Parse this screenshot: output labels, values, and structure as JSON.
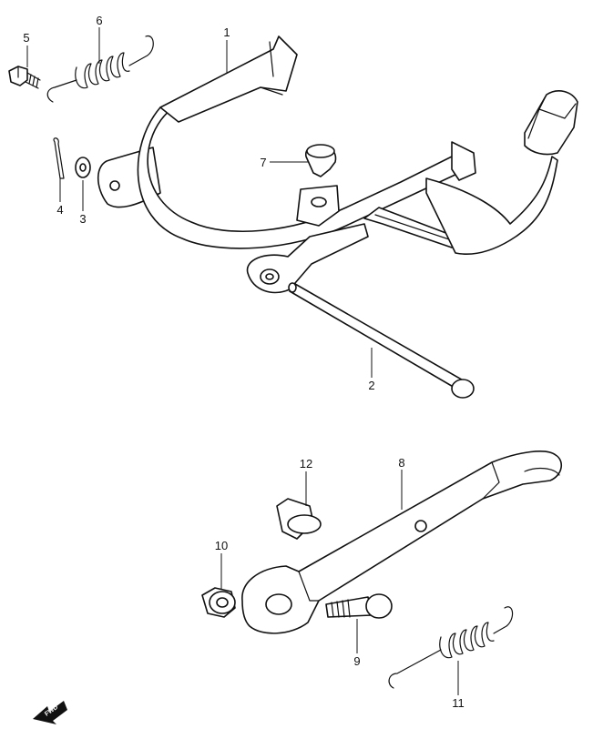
{
  "callouts": {
    "p1": "1",
    "p2": "2",
    "p3": "3",
    "p4": "4",
    "p5": "5",
    "p6": "6",
    "p7": "7",
    "p8": "8",
    "p9": "9",
    "p10": "10",
    "p11": "11",
    "p12": "12"
  },
  "fwd_label": "FWD",
  "colors": {
    "line": "#111111",
    "background": "#ffffff"
  }
}
